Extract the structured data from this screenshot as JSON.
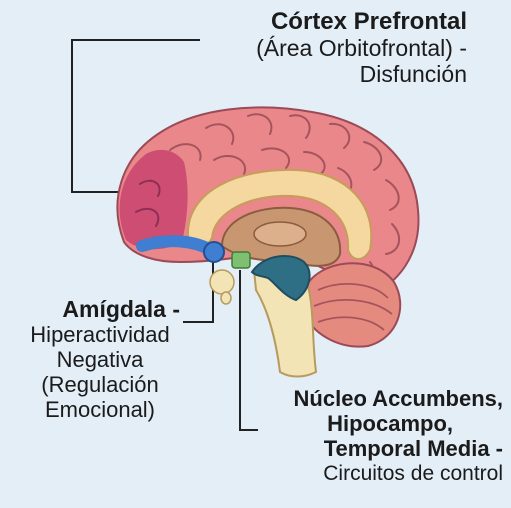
{
  "labels": {
    "cortex": {
      "title": "Córtex Prefrontal",
      "line2": "(Área Orbitofrontal) -",
      "line3": "Disfunción"
    },
    "amygdala": {
      "title": "Amígdala -",
      "line2": "Hiperactividad",
      "line3": "Negativa",
      "line4": "(Regulación",
      "line5": "Emocional)"
    },
    "accumbens": {
      "line1": "Núcleo Accumbens,",
      "line2": "Hipocampo,",
      "line3": "Temporal Media -",
      "line4": "Circuitos de control"
    }
  },
  "colors": {
    "background": "#e3eef7",
    "cortex": "#e9878a",
    "prefrontal_highlight": "#c8436e",
    "corpus_callosum": "#f4d8a0",
    "midbrain": "#c99672",
    "amygdala": "#3f7ed0",
    "accumbens": "#7fbf72",
    "hippocampus": "#2f6f86",
    "cerebellum": "#e58a7f",
    "brainstem": "#f3e4b5"
  }
}
